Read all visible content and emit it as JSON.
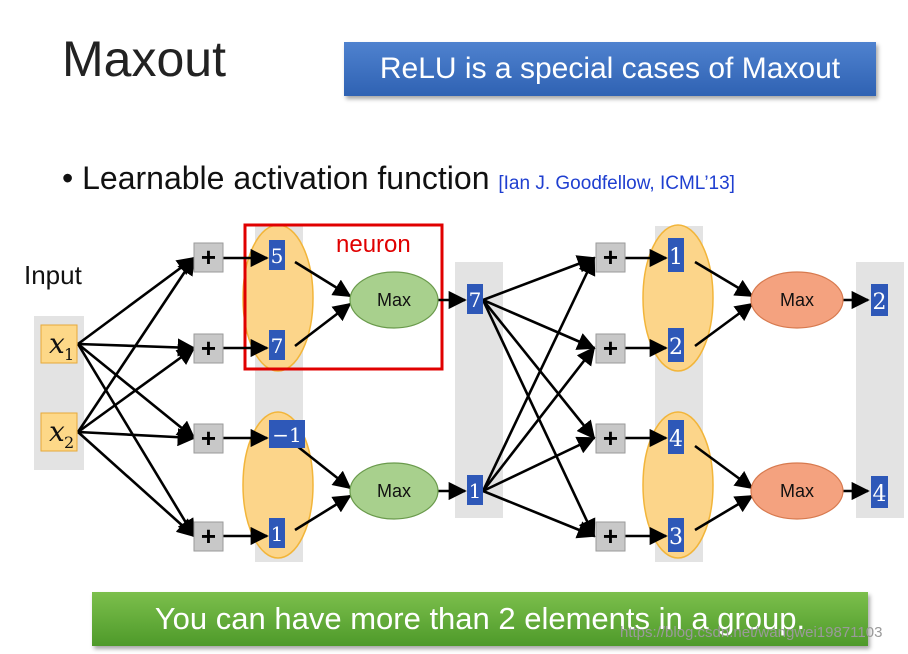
{
  "slide": {
    "title": "Maxout",
    "banner_top": "ReLU is a special cases of Maxout",
    "bullet": "Learnable activation function",
    "citation": "[Ian J. Goodfellow, ICML’13]",
    "banner_bottom": "You can have more than 2 elements in a group.",
    "watermark": "https://blog.csdn.net/wangwei19871103"
  },
  "diagram": {
    "input_label": "Input",
    "neuron_label": "neuron",
    "plus_symbol": "+",
    "max_label": "Max",
    "inputs": [
      {
        "var": "x",
        "sub": "1"
      },
      {
        "var": "x",
        "sub": "2"
      }
    ],
    "layer1_values": [
      "5",
      "7",
      "−1",
      "1"
    ],
    "layer1_outputs": [
      "7",
      "1"
    ],
    "layer2_values": [
      "1",
      "2",
      "4",
      "3"
    ],
    "layer2_outputs": [
      "2",
      "4"
    ],
    "colors": {
      "group_fill": "#fcd58a",
      "group_stroke": "#f2b53a",
      "max_green": "#a8d08d",
      "max_green_stroke": "#6a9a4c",
      "max_orange": "#f4a27f",
      "max_orange_stroke": "#d77a4f",
      "value_box": "#2e58b8",
      "input_box": "#fdd888",
      "plus_box": "#c8c8c8",
      "column_gray": "#e3e3e3",
      "neuron_frame": "#e00000"
    }
  }
}
